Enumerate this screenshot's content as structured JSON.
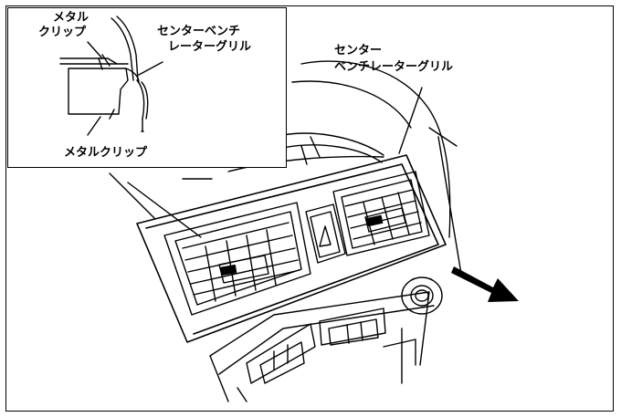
{
  "inset_labels": {
    "metal_clip_top_line1": "メタル",
    "metal_clip_top_line2": "クリップ",
    "grille_line1": "センターベンチ",
    "grille_line2": "レーターグリル",
    "metal_clip_bottom": "メタルクリップ"
  },
  "main_labels": {
    "grille_line1": "センター",
    "grille_line2": "ベンチレーターグリル"
  },
  "colors": {
    "line": "#000000",
    "background": "#ffffff"
  },
  "icons": {
    "removal_arrow": "arrow-down-right-icon",
    "hazard_button": "triangle-icon"
  }
}
